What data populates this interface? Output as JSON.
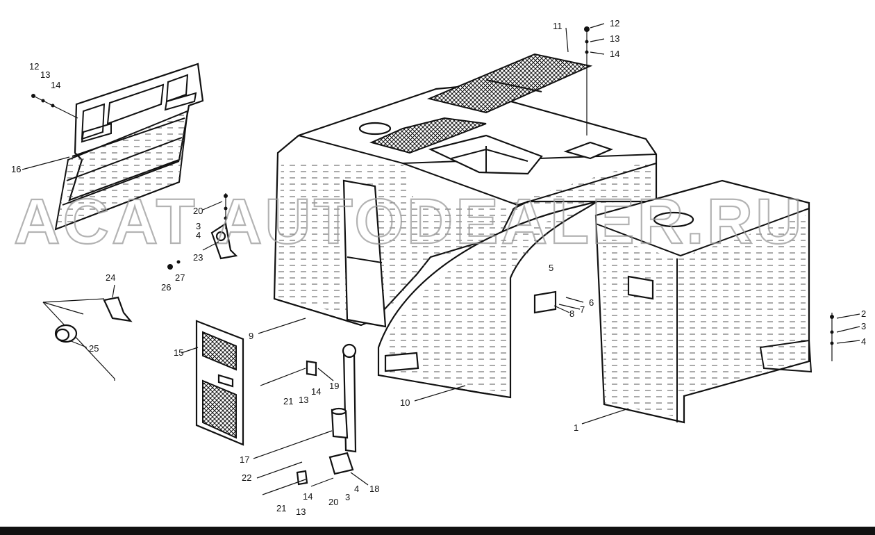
{
  "watermark": "ACAT AUTODEALER.RU",
  "callouts": {
    "c1": "1",
    "c2": "2",
    "c3": "3",
    "c4": "4",
    "c5": "5",
    "c6": "6",
    "c7": "7",
    "c8": "8",
    "c9": "9",
    "c10": "10",
    "c11": "11",
    "c12": "12",
    "c13": "13",
    "c14": "14",
    "c15": "15",
    "c16": "16",
    "c17": "17",
    "c18": "18",
    "c19": "19",
    "c20": "20",
    "c21": "21",
    "c22": "22",
    "c23": "23",
    "c24": "24",
    "c25": "25",
    "c26": "26",
    "c27": "27"
  }
}
